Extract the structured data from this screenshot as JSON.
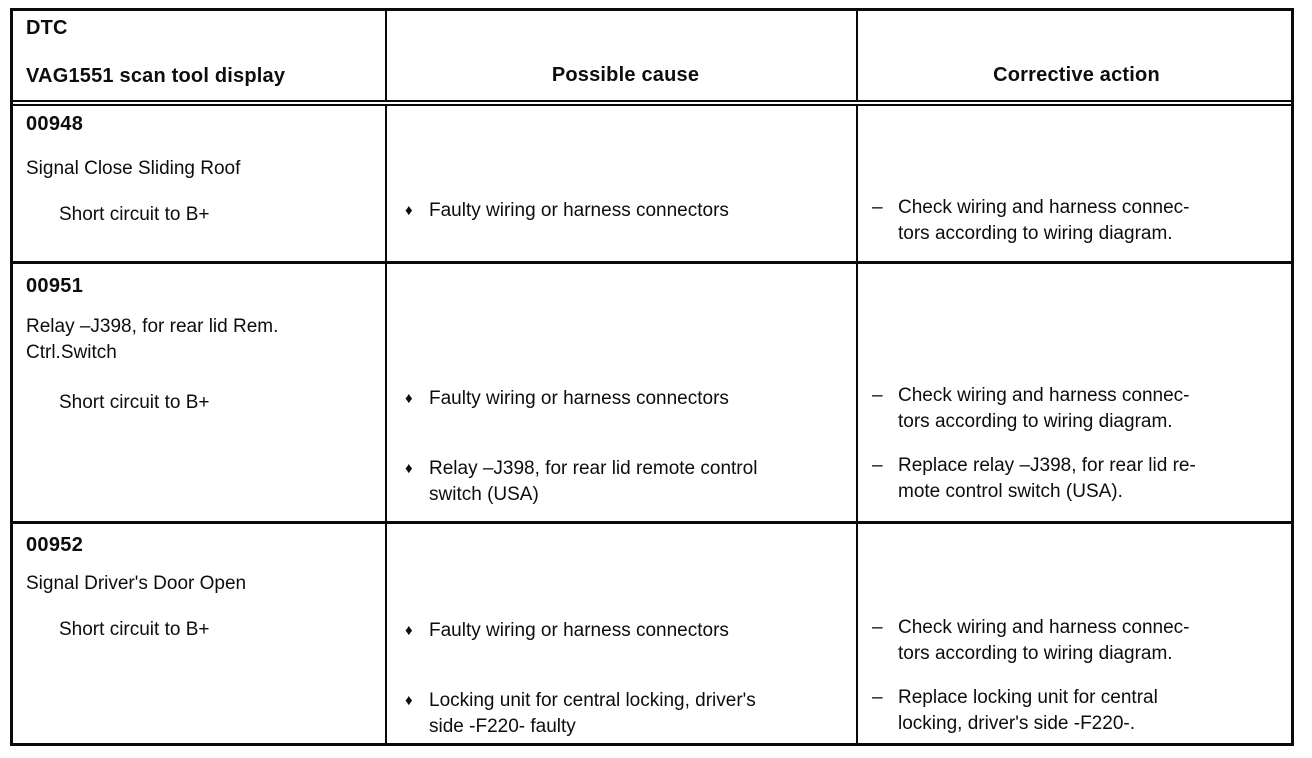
{
  "table": {
    "header": {
      "col1_line1": "DTC",
      "col1_line2": "VAG1551 scan tool display",
      "col2": "Possible cause",
      "col3": "Corrective action"
    },
    "cause_bullet": "♦",
    "action_bullet": "–",
    "rows": [
      {
        "code": "00948",
        "description": "Signal Close Sliding Roof",
        "condition": "Short circuit to B+",
        "causes": [
          "Faulty wiring or harness connectors"
        ],
        "actions": [
          "Check wiring and harness connec-\ntors according to wiring diagram."
        ]
      },
      {
        "code": "00951",
        "description": "Relay –J398, for rear lid Rem.\nCtrl.Switch",
        "condition": "Short circuit to B+",
        "causes": [
          "Faulty wiring or harness connectors",
          "Relay –J398, for rear lid remote control\nswitch (USA)"
        ],
        "actions": [
          "Check wiring and harness connec-\ntors according to wiring diagram.",
          "Replace relay –J398, for rear lid re-\nmote control switch (USA)."
        ]
      },
      {
        "code": "00952",
        "description": "Signal Driver's Door Open",
        "condition": "Short circuit to B+",
        "causes": [
          "Faulty wiring or harness connectors",
          "Locking unit for central locking, driver's\nside -F220- faulty"
        ],
        "actions": [
          "Check wiring and harness connec-\ntors according to wiring diagram.",
          "Replace locking unit for central\nlocking, driver's side -F220-."
        ]
      }
    ]
  }
}
